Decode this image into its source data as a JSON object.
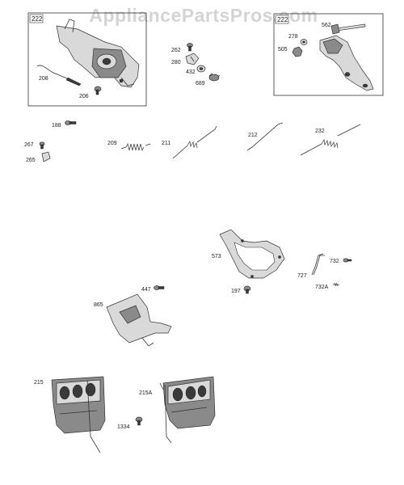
{
  "watermark": "AppliancePartsPros.com",
  "boxes": [
    {
      "id": "box-left",
      "label": "222"
    },
    {
      "id": "box-right",
      "label": "222"
    }
  ],
  "callouts": {
    "p208": "208",
    "p206": "206",
    "p262": "262",
    "p280": "280",
    "p432": "432",
    "p689": "689",
    "p278": "278",
    "p562": "562",
    "p505": "505",
    "p188": "188",
    "p267": "267",
    "p265": "265",
    "p209": "209",
    "p211": "211",
    "p212": "212",
    "p232": "232",
    "p573": "573",
    "p197": "197",
    "p732": "732",
    "p727": "727",
    "p732A": "732A",
    "p447": "447",
    "p865": "865",
    "p215": "215",
    "p215A": "215A",
    "p1334": "1334"
  }
}
